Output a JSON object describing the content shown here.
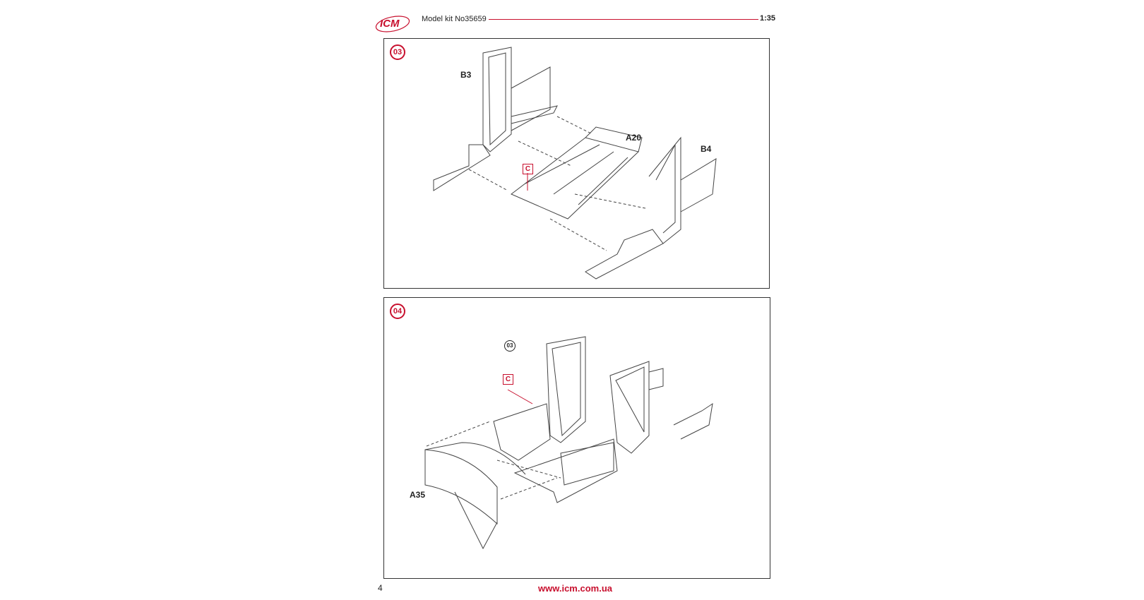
{
  "header": {
    "logo_text": "ICM",
    "kit_label": "Model kit No35659",
    "scale": "1:35"
  },
  "step3": {
    "number": "03",
    "parts": {
      "b3": "B3",
      "a20": "A20",
      "b4": "B4"
    },
    "color_code": "C"
  },
  "step4": {
    "number": "04",
    "ref_step": "03",
    "parts": {
      "a35": "A35"
    },
    "color_code": "C"
  },
  "footer": {
    "page_number": "4",
    "url": "www.icm.com.ua"
  },
  "colors": {
    "accent": "#c8102e",
    "line": "#333333"
  }
}
